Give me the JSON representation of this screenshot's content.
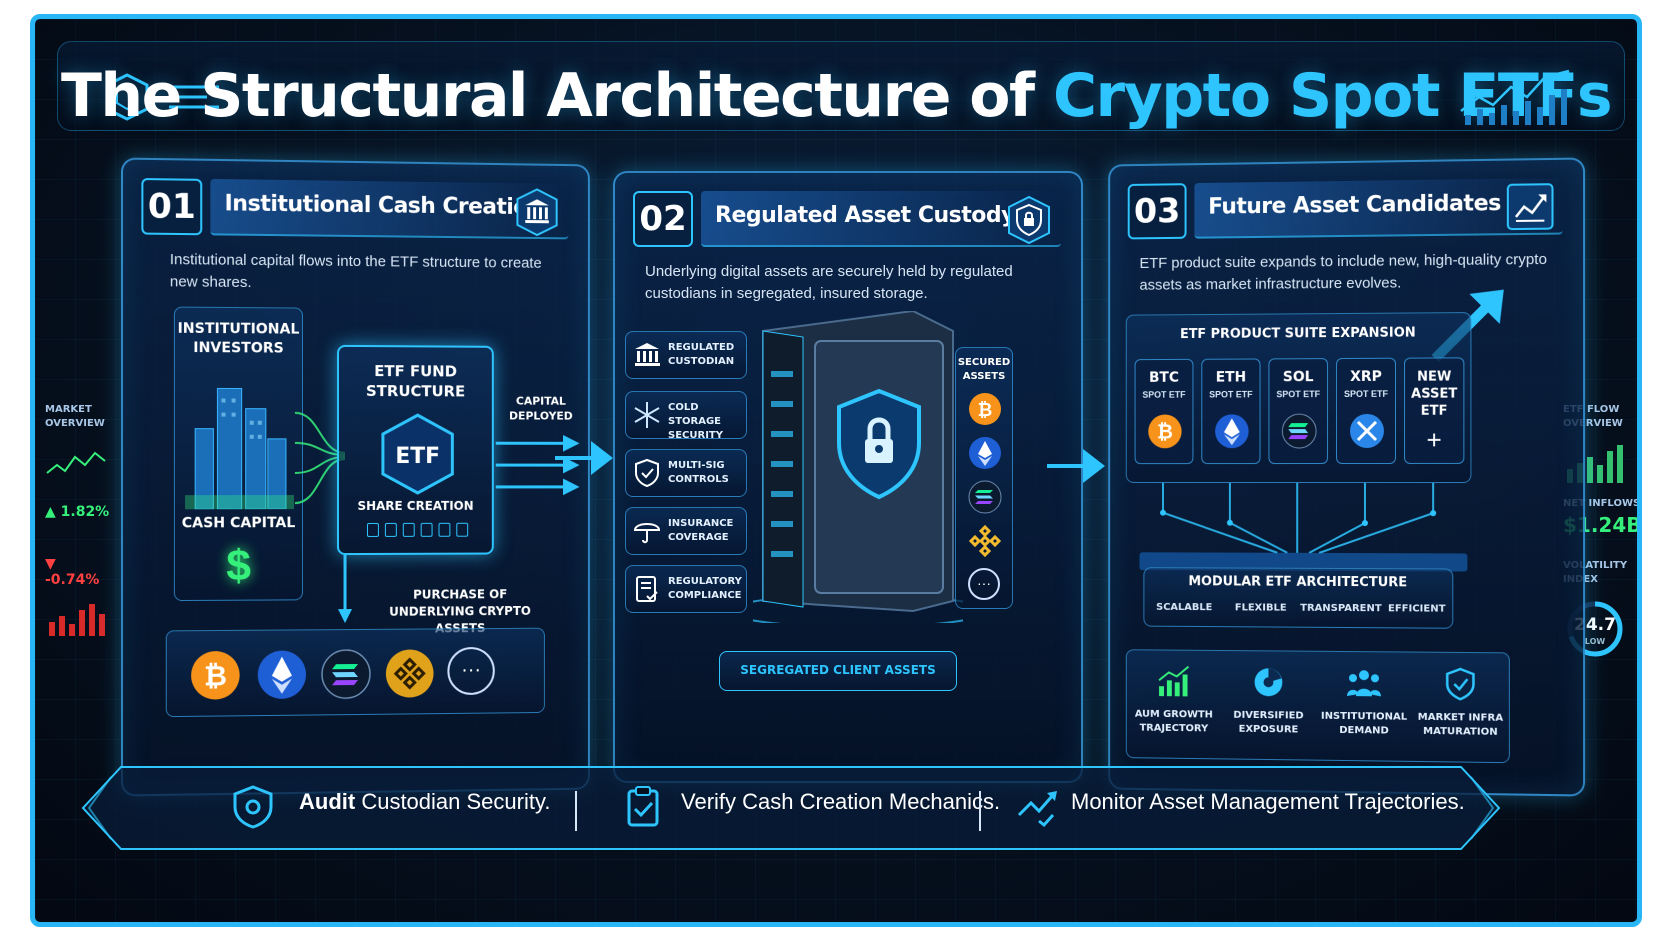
{
  "title": {
    "prefix": "The Structural Architecture of ",
    "highlight": "Crypto Spot ETFs"
  },
  "panels": [
    {
      "num": "01",
      "title": "Institutional Cash Creation",
      "icon": "bank-icon",
      "desc": "Institutional capital flows into the ETF structure to create new shares.",
      "institutional": "INSTITUTIONAL INVESTORS",
      "cash": "CASH CAPITAL",
      "dollar": "$",
      "fund": "ETF FUND STRUCTURE",
      "etf": "ETF",
      "share": "SHARE CREATION",
      "capital": "CAPITAL DEPLOYED",
      "purchase": "PURCHASE OF UNDERLYING CRYPTO ASSETS",
      "coins": [
        "bitcoin-icon",
        "ethereum-icon",
        "solana-icon",
        "bnb-icon",
        "more-icon"
      ],
      "more": "···"
    },
    {
      "num": "02",
      "title": "Regulated Asset Custody",
      "icon": "shield-lock-icon",
      "desc": "Underlying digital assets are securely held by regulated custodians in segregated, insured storage.",
      "features": [
        {
          "label": "REGULATED CUSTODIAN",
          "icon": "bank-icon"
        },
        {
          "label": "COLD STORAGE SECURITY",
          "icon": "snowflake-icon"
        },
        {
          "label": "MULTI-SIG CONTROLS",
          "icon": "shield-check-icon"
        },
        {
          "label": "INSURANCE COVERAGE",
          "icon": "umbrella-icon"
        },
        {
          "label": "REGULATORY COMPLIANCE",
          "icon": "document-check-icon"
        }
      ],
      "secured": "SECURED ASSETS",
      "more": "···",
      "segregated": "SEGREGATED CLIENT ASSETS"
    },
    {
      "num": "03",
      "title": "Future Asset Candidates",
      "icon": "growth-chart-icon",
      "desc": "ETF product suite expands to include new, high-quality crypto assets as market infrastructure evolves.",
      "suite": "ETF PRODUCT SUITE EXPANSION",
      "tiles": [
        {
          "t1": "BTC",
          "t2": "SPOT ETF"
        },
        {
          "t1": "ETH",
          "t2": "SPOT ETF"
        },
        {
          "t1": "SOL",
          "t2": "SPOT ETF"
        },
        {
          "t1": "XRP",
          "t2": "SPOT ETF"
        }
      ],
      "new_tile": "NEW ASSET ETF",
      "plus": "+",
      "modular": "MODULAR ETF ARCHITECTURE",
      "modular_subs": [
        "SCALABLE",
        "FLEXIBLE",
        "TRANSPARENT",
        "EFFICIENT"
      ],
      "stats": [
        {
          "label": "AUM GROWTH TRAJECTORY",
          "icon": "bar-growth-icon"
        },
        {
          "label": "DIVERSIFIED EXPOSURE",
          "icon": "pie-chart-icon"
        },
        {
          "label": "INSTITUTIONAL DEMAND",
          "icon": "people-icon"
        },
        {
          "label": "MARKET INFRA MATURATION",
          "icon": "shield-check-icon"
        }
      ]
    }
  ],
  "left_side": {
    "label": "MARKET OVERVIEW",
    "up": "▲ 1.82%",
    "down": "▼ -0.74%"
  },
  "right_side": {
    "label": "ETF FLOW OVERVIEW",
    "net_label": "NET INFLOWS",
    "net_value": "$1.24B",
    "vol_label": "VOLATILITY INDEX",
    "vol_value": "24.7",
    "vol_level": "LOW"
  },
  "footer": [
    {
      "bold": "Audit",
      "rest": " Custodian Security.",
      "icon": "shield-gear-icon"
    },
    {
      "bold": "",
      "rest": "Verify Cash Creation Mechanics.",
      "icon": "clipboard-check-icon"
    },
    {
      "bold": "",
      "rest": "Monitor Asset Management Trajectories.",
      "icon": "trend-check-icon"
    }
  ],
  "colors": {
    "accent": "#2ec5ff",
    "green": "#35f07b",
    "btc": "#f7931a",
    "eth": "#3b7ff0",
    "bnb": "#f3ba2f"
  }
}
